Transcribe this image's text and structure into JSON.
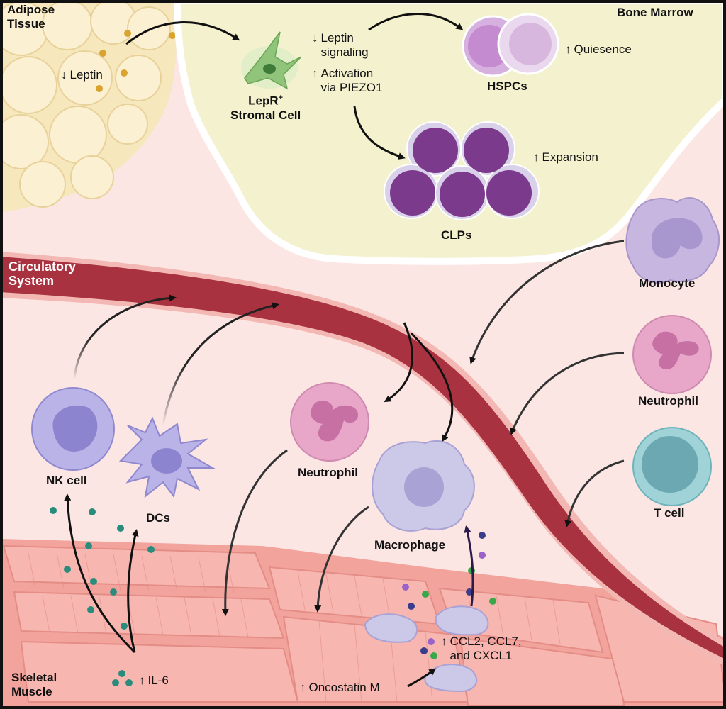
{
  "regions": {
    "adipose": "Adipose\nTissue",
    "bone_marrow": "Bone Marrow",
    "circulatory": "Circulatory\nSystem",
    "skeletal_muscle": "Skeletal\nMuscle"
  },
  "bone_marrow": {
    "stromal_cell": "LepR",
    "stromal_cell_sup": "+",
    "stromal_cell_line2": "Stromal Cell",
    "leptin_signaling": "Leptin\nsignaling",
    "activation": "Activation\nvia PIEZO1",
    "hspcs": "HSPCs",
    "quiesence": "Quiesence",
    "clps": "CLPs",
    "expansion": "Expansion"
  },
  "adipose": {
    "leptin": "Leptin"
  },
  "cells": {
    "monocyte": "Monocyte",
    "neutrophil_right": "Neutrophil",
    "t_cell": "T cell",
    "nk_cell": "NK cell",
    "dcs": "DCs",
    "neutrophil_mid": "Neutrophil",
    "macrophage": "Macrophage"
  },
  "muscle": {
    "il6": "IL-6",
    "chemokines": "CCL2, CCL7,\nand CXCL1",
    "oncostatin": "Oncostatin M"
  },
  "symbols": {
    "up": "↑",
    "down": "↓"
  },
  "colors": {
    "marrow": "#f4f1cf",
    "vessel": "#a8323f",
    "muscle": "#f2a39c",
    "clp": "#7c3a8c",
    "neutrophil": "#e8a6c8",
    "monocyte": "#c6b6e0",
    "tcell": "#9fd3d8",
    "cytokine": "#2a8c7c"
  }
}
